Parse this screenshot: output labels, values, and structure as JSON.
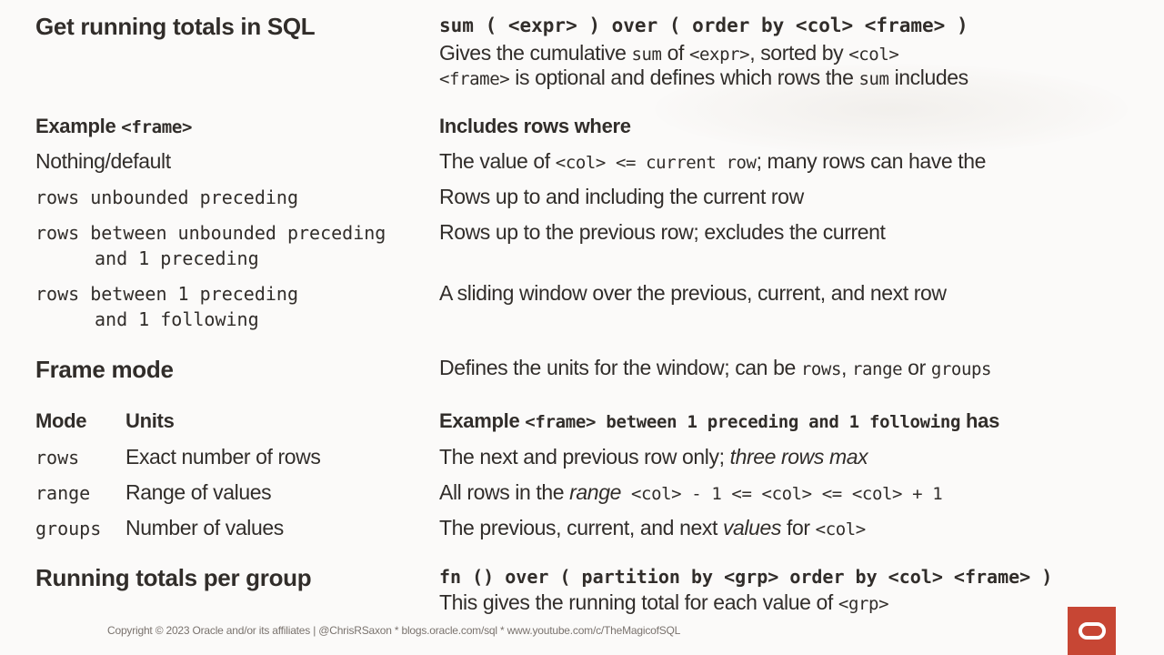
{
  "title": "Get running totals in SQL",
  "syntax": {
    "code": "sum ( <expr> ) over ( order by <col> <frame> )",
    "line1": {
      "pre": "Gives the cumulative ",
      "code1": "sum",
      "mid": " of ",
      "code2": "<expr>",
      "mid2": ", sorted by ",
      "code3": "<col>"
    },
    "line2": {
      "code1": "<frame>",
      "mid": " is optional and defines which rows the ",
      "code2": "sum",
      "post": " includes"
    }
  },
  "frame_table": {
    "header_left_text": "Example ",
    "header_left_code": "<frame>",
    "header_right": "Includes rows where",
    "rows": [
      {
        "frame": "Nothing/default",
        "desc_pre": "The value of ",
        "desc_code": "<col> <= current row",
        "desc_post": "; many rows can have the"
      },
      {
        "frame": "rows unbounded preceding",
        "desc": "Rows up to and including the current row"
      },
      {
        "frame": "rows between unbounded preceding",
        "frame2": "and 1 preceding",
        "desc": "Rows up to the previous row; excludes the current"
      },
      {
        "frame": "rows between 1 preceding",
        "frame2": "and 1 following",
        "desc": "A sliding window over the previous, current, and next row"
      }
    ]
  },
  "frame_mode": {
    "heading": "Frame mode",
    "desc_pre": "Defines the units for the window; can be ",
    "opt1": "rows",
    "sep": ", ",
    "opt2": "range",
    "or": " or ",
    "opt3": "groups"
  },
  "mode_table": {
    "header_mode": "Mode",
    "header_units": "Units",
    "header_example_text": "Example ",
    "header_example_code": "<frame> between 1 preceding and 1 following",
    "header_example_post": " has",
    "rows": [
      {
        "mode": "rows",
        "units": "Exact number of rows",
        "ex_pre": "The next and previous row only; ",
        "ex_em": "three rows max"
      },
      {
        "mode": "range",
        "units": "Range of values",
        "ex_pre": "All rows in the ",
        "ex_em": "range",
        "ex_code": " <col> - 1 <= <col> <= <col> + 1"
      },
      {
        "mode": "groups",
        "units": "Number of values",
        "ex_pre": "The previous, current, and next ",
        "ex_em": "values",
        "ex_mid": " for ",
        "ex_code": "<col>"
      }
    ]
  },
  "per_group": {
    "heading": "Running totals per group",
    "code": "fn () over ( partition by <grp> order by <col> <frame> )",
    "desc_pre": "This gives the running total for each value of ",
    "desc_code": "<grp>"
  },
  "footer": "Copyright © 2023 Oracle and/or  its affiliates | @ChrisRSaxon * blogs.oracle.com/sql * www.youtube.com/c/TheMagicofSQL",
  "logo": {
    "icon": "oracle-logo-icon",
    "color": "#c74634"
  }
}
